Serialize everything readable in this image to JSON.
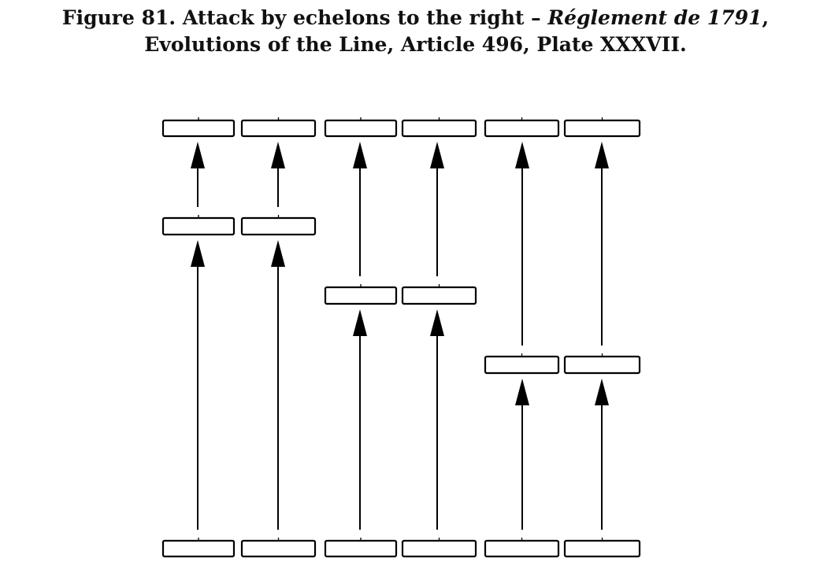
{
  "caption": {
    "line1_prefix": "Figure 81. Attack by echelons to the right – ",
    "line1_italic": "Réglement de 1791",
    "line1_suffix": ",",
    "line2": "Evolutions of the Line, Article 496, Plate XXXVII."
  },
  "diagram": {
    "description": "Six battalions advance from a line formation in echelons to the right; each echelon pair halts at staggered intermediate positions before reaching the final line.",
    "stroke_color": "#000000",
    "fill_color": "#ffffff",
    "battalions": [
      {
        "id": 1,
        "echelon": 1
      },
      {
        "id": 2,
        "echelon": 1
      },
      {
        "id": 3,
        "echelon": 2
      },
      {
        "id": 4,
        "echelon": 2
      },
      {
        "id": 5,
        "echelon": 3
      },
      {
        "id": 6,
        "echelon": 3
      }
    ],
    "positions": [
      "initial line",
      "intermediate echelon",
      "final line"
    ]
  }
}
